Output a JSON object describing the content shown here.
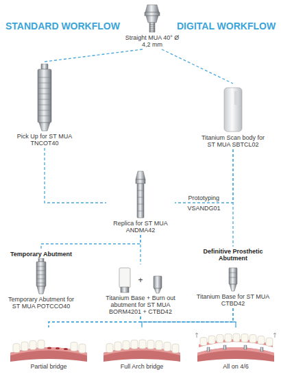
{
  "diagram": {
    "nodes": [
      {
        "text": [
          "Straight MUA 40° Ø 4,2 mm"
        ]
      },
      {
        "text": [
          "Pick Up for ST MUA TNCOT40"
        ]
      },
      {
        "text": [
          "Titanium Scan body for ST MUA SBTCL02"
        ]
      },
      {
        "text": [
          "Replica for ST MUA ANDMA42"
        ]
      },
      {
        "text": [
          "Temporary Abutment",
          "Temporary Abutment for ST MUA POTCCO40"
        ]
      },
      {
        "text": [
          "Titanium Base + Burn out abutment for ST MUA BORM4201 + CTBD42"
        ]
      },
      {
        "text": [
          "Definitive Prosthetic Abutment",
          "Titanium Base for ST MUA CTBD42"
        ]
      },
      {
        "text": [
          "Partial bridge"
        ]
      },
      {
        "text": [
          "Full Arch bridge"
        ]
      },
      {
        "text": [
          "All on 4/6"
        ]
      }
    ],
    "edges": [
      {
        "from": 0,
        "to": 1,
        "arrow": "none"
      },
      {
        "from": 0,
        "to": 2,
        "arrow": "none"
      },
      {
        "from": 1,
        "to": 3,
        "arrow": "none"
      },
      {
        "from": 2,
        "to": 3,
        "label": "Prototyping",
        "arrow": "none"
      },
      {
        "from": 2,
        "to": 6,
        "arrow": "none"
      },
      {
        "from": 3,
        "to": 4,
        "arrow": "none"
      },
      {
        "from": 3,
        "to": 5,
        "arrow": "none"
      },
      {
        "from": 5,
        "to": 7,
        "arrow": "none"
      },
      {
        "from": 5,
        "to": 8,
        "arrow": "none"
      },
      {
        "from": 5,
        "to": 9,
        "arrow": "none"
      },
      {
        "from": 6,
        "to": 7,
        "arrow": "none"
      },
      {
        "from": 6,
        "to": 8,
        "arrow": "none"
      },
      {
        "from": 6,
        "to": 9,
        "arrow": "none"
      }
    ],
    "labels": [
      "STANDARD WORKFLOW",
      "DIGITAL WORKFLOW",
      "VSANDG01",
      "+"
    ]
  }
}
